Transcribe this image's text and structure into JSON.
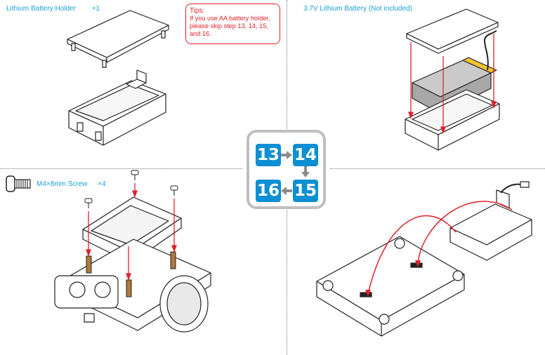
{
  "top_left": {
    "caption": "Lithium Battery Holder",
    "qty": "×1"
  },
  "tips": {
    "title": "Tips:",
    "body": "If you use AA battery holder, please skip step 13, 14, 15, and 16."
  },
  "top_right": {
    "caption": "3.7V Lithium Battery (Not included)"
  },
  "bottom_left": {
    "caption": "M4×8mm Screw",
    "qty": "×4"
  },
  "steps": {
    "s13": "13",
    "s14": "14",
    "s15": "15",
    "s16": "16"
  },
  "colors": {
    "caption": "#1a9fd9",
    "tips_red": "#e0212a",
    "step_blue": "#0c8fd3",
    "arrow_gray": "#8c8c8c",
    "guide_red": "#e0212a",
    "battery_yellow": "#f2c12e",
    "standoff_brown": "#b07a3c"
  },
  "icons": {
    "screw": "screw-icon",
    "arrow": "arrow-icon"
  }
}
